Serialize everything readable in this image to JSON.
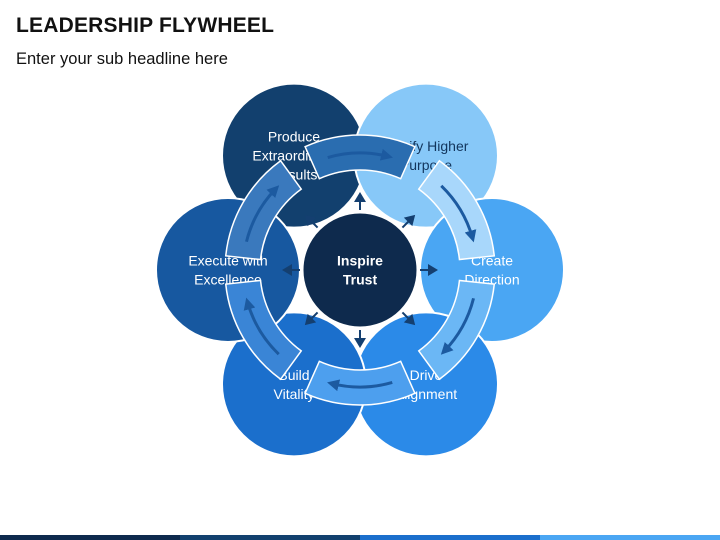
{
  "header": {
    "title": "LEADERSHIP FLYWHEEL",
    "subtitle": "Enter your sub headline here"
  },
  "center": {
    "lines": [
      "Inspire",
      "Trust"
    ],
    "color": "#0e2a4d"
  },
  "nodes": [
    {
      "id": "produce-extraordinary-results",
      "lines": [
        "Produce",
        "Extraordinary",
        "Results"
      ],
      "color": "#12406e",
      "arcColor": "#2a6db0",
      "textDark": false
    },
    {
      "id": "clarify-higher-purpose",
      "lines": [
        "Clarify Higher",
        "Purpose"
      ],
      "color": "#87c8f8",
      "arcColor": "#a8d7fb",
      "textDark": true
    },
    {
      "id": "create-direction",
      "lines": [
        "Create",
        "Direction"
      ],
      "color": "#4aa6f3",
      "arcColor": "#6bb7f5",
      "textDark": false
    },
    {
      "id": "drive-alignment",
      "lines": [
        "Drive",
        "Alignment"
      ],
      "color": "#2b8ae8",
      "arcColor": "#4d9fee",
      "textDark": false
    },
    {
      "id": "build-vitality",
      "lines": [
        "Build",
        "Vitality"
      ],
      "color": "#1b6fcc",
      "arcColor": "#3a85d6",
      "textDark": false
    },
    {
      "id": "execute-with-excellence",
      "lines": [
        "Execute with",
        "Excellence"
      ],
      "color": "#1758a0",
      "arcColor": "#3a79bd",
      "textDark": false
    }
  ],
  "colors": {
    "arrow": "#1c5aa0",
    "centerArrow": "#143f70",
    "bottomBar": [
      "#0e2a4d",
      "#12406e",
      "#1b6fcc",
      "#4aa6f3"
    ]
  }
}
